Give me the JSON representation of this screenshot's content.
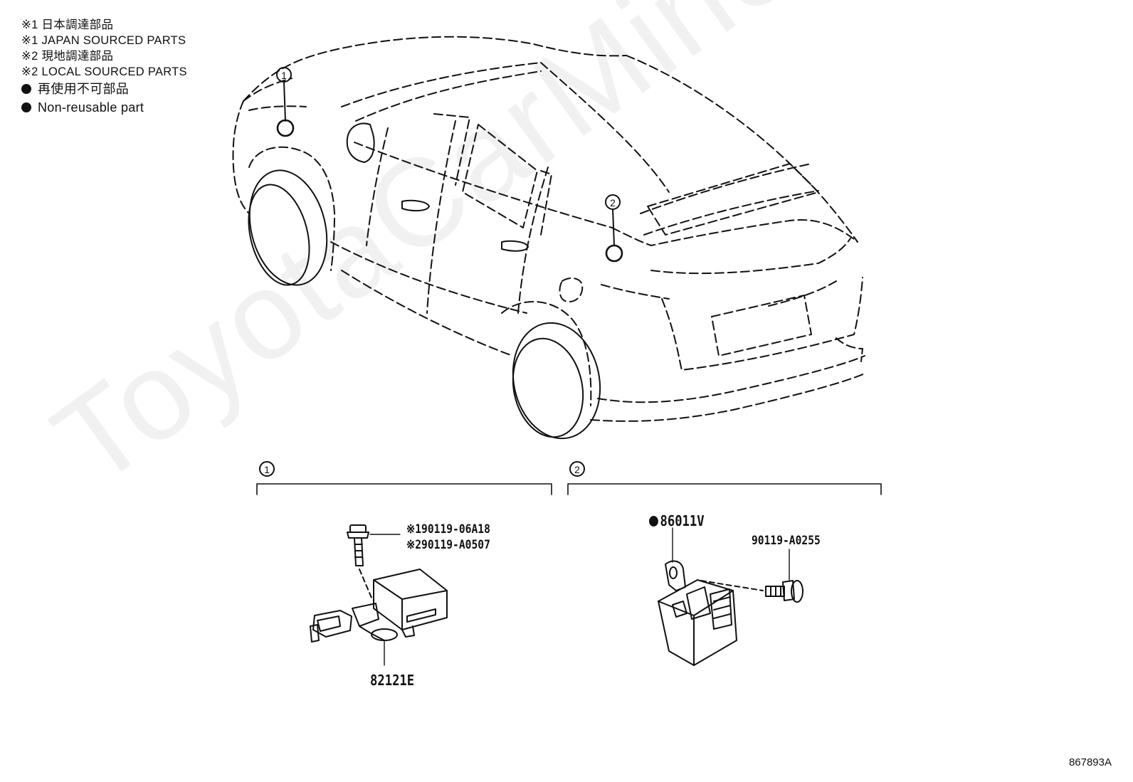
{
  "legend": {
    "line1": "※1 日本調達部品",
    "line2": "※1 JAPAN SOURCED PARTS",
    "line3": "※2 現地調達部品",
    "line4": "※2 LOCAL SOURCED PARTS",
    "line5": "再使用不可部品",
    "line6": "Non-reusable part"
  },
  "callouts": {
    "one": "1",
    "two": "2"
  },
  "section1": {
    "bolt_part_a": "※190119-06A18",
    "bolt_part_b": "※290119-A0507",
    "sensor_part": "82121E"
  },
  "section2": {
    "module_part": "86011V",
    "bolt_part": "90119-A0255"
  },
  "doc_id": "867893A",
  "watermark": "ToyotaCarMine.ru"
}
